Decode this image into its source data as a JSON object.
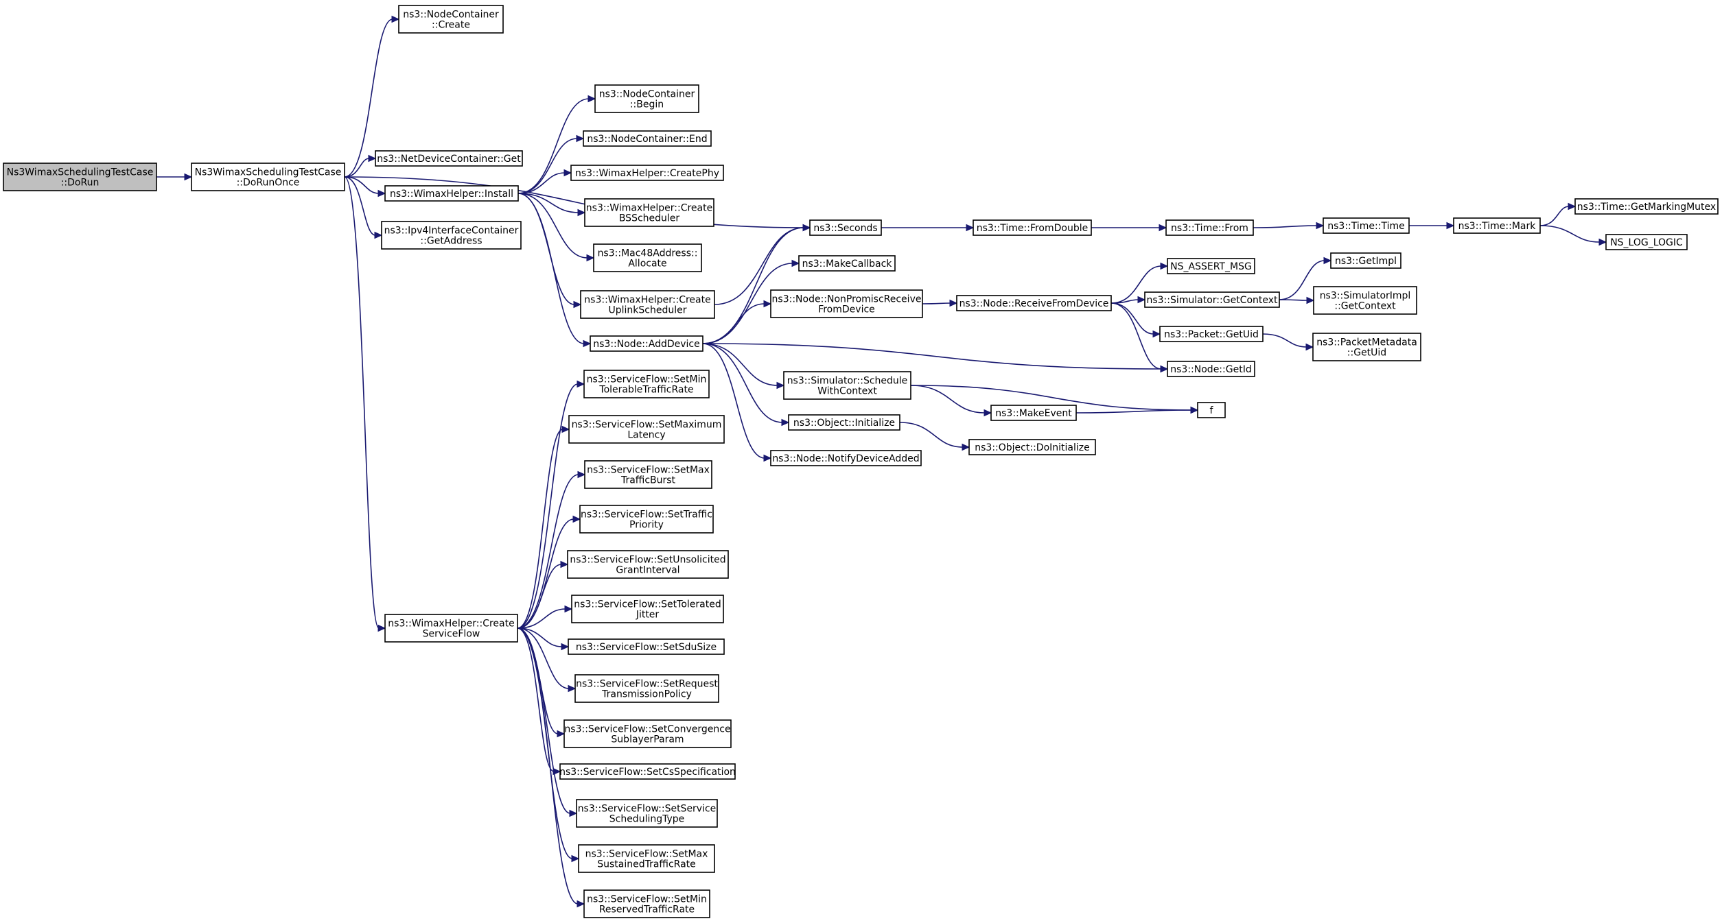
{
  "colors": {
    "edge": "#191970",
    "root_fill": "#bfbfbf",
    "node_fill": "#ffffff",
    "node_border": "#000000",
    "truncated_border": "#ff0000"
  },
  "nodes": [
    {
      "id": "n0",
      "lines": [
        "Ns3WimaxSchedulingTestCase",
        "::DoRun"
      ],
      "style": "root"
    },
    {
      "id": "n1",
      "lines": [
        "Ns3WimaxSchedulingTestCase",
        "::DoRunOnce"
      ]
    },
    {
      "id": "n2",
      "lines": [
        "ns3::NodeContainer",
        "::Create"
      ]
    },
    {
      "id": "n3",
      "lines": [
        "ns3::NetDeviceContainer::Get"
      ]
    },
    {
      "id": "n4",
      "lines": [
        "ns3::WimaxHelper::Install"
      ]
    },
    {
      "id": "n5",
      "lines": [
        "ns3::Ipv4InterfaceContainer",
        "::GetAddress"
      ]
    },
    {
      "id": "n6",
      "lines": [
        "ns3::WimaxHelper::Create",
        "ServiceFlow"
      ]
    },
    {
      "id": "n7",
      "lines": [
        "ns3::Seconds"
      ]
    },
    {
      "id": "n8",
      "lines": [
        "ns3::NodeContainer",
        "::Begin"
      ]
    },
    {
      "id": "n9",
      "lines": [
        "ns3::NodeContainer::End"
      ]
    },
    {
      "id": "n10",
      "lines": [
        "ns3::WimaxHelper::CreatePhy"
      ]
    },
    {
      "id": "n11",
      "lines": [
        "ns3::WimaxHelper::Create",
        "BSScheduler"
      ]
    },
    {
      "id": "n12",
      "lines": [
        "ns3::Mac48Address::",
        "Allocate"
      ]
    },
    {
      "id": "n13",
      "lines": [
        "ns3::WimaxHelper::Create",
        "UplinkScheduler"
      ]
    },
    {
      "id": "n14",
      "lines": [
        "ns3::Node::AddDevice"
      ]
    },
    {
      "id": "n15",
      "lines": [
        "ns3::Time::FromDouble"
      ]
    },
    {
      "id": "n16",
      "lines": [
        "ns3::Time::From"
      ]
    },
    {
      "id": "n17",
      "lines": [
        "ns3::Time::Time"
      ]
    },
    {
      "id": "n18",
      "lines": [
        "ns3::Time::Mark"
      ]
    },
    {
      "id": "n19",
      "lines": [
        "ns3::Time::GetMarkingMutex"
      ]
    },
    {
      "id": "n20",
      "lines": [
        "NS_LOG_LOGIC"
      ]
    },
    {
      "id": "n21",
      "lines": [
        "ns3::MakeCallback"
      ]
    },
    {
      "id": "n22",
      "lines": [
        "ns3::Node::NonPromiscReceive",
        "FromDevice"
      ]
    },
    {
      "id": "n23",
      "lines": [
        "ns3::Node::GetId"
      ]
    },
    {
      "id": "n24",
      "lines": [
        "ns3::Simulator::Schedule",
        "WithContext"
      ]
    },
    {
      "id": "n25",
      "lines": [
        "ns3::Object::Initialize"
      ]
    },
    {
      "id": "n26",
      "lines": [
        "ns3::Node::NotifyDeviceAdded"
      ]
    },
    {
      "id": "n27",
      "lines": [
        "ns3::Node::ReceiveFromDevice"
      ]
    },
    {
      "id": "n28",
      "lines": [
        "NS_ASSERT_MSG"
      ]
    },
    {
      "id": "n29",
      "lines": [
        "ns3::Simulator::GetContext"
      ]
    },
    {
      "id": "n30",
      "lines": [
        "ns3::Packet::GetUid"
      ]
    },
    {
      "id": "n31",
      "lines": [
        "ns3::GetImpl"
      ],
      "style": "truncated"
    },
    {
      "id": "n32",
      "lines": [
        "ns3::SimulatorImpl",
        "::GetContext"
      ]
    },
    {
      "id": "n33",
      "lines": [
        "ns3::PacketMetadata",
        "::GetUid"
      ]
    },
    {
      "id": "n34",
      "lines": [
        "ns3::MakeEvent"
      ]
    },
    {
      "id": "n35",
      "lines": [
        "f"
      ]
    },
    {
      "id": "n36",
      "lines": [
        "ns3::Object::DoInitialize"
      ]
    },
    {
      "id": "n37",
      "lines": [
        "ns3::ServiceFlow::SetMin",
        "TolerableTrafficRate"
      ]
    },
    {
      "id": "n38",
      "lines": [
        "ns3::ServiceFlow::SetMaximum",
        "Latency"
      ]
    },
    {
      "id": "n39",
      "lines": [
        "ns3::ServiceFlow::SetMax",
        "TrafficBurst"
      ]
    },
    {
      "id": "n40",
      "lines": [
        "ns3::ServiceFlow::SetTraffic",
        "Priority"
      ]
    },
    {
      "id": "n41",
      "lines": [
        "ns3::ServiceFlow::SetUnsolicited",
        "GrantInterval"
      ]
    },
    {
      "id": "n42",
      "lines": [
        "ns3::ServiceFlow::SetTolerated",
        "Jitter"
      ]
    },
    {
      "id": "n43",
      "lines": [
        "ns3::ServiceFlow::SetSduSize"
      ]
    },
    {
      "id": "n44",
      "lines": [
        "ns3::ServiceFlow::SetRequest",
        "TransmissionPolicy"
      ]
    },
    {
      "id": "n45",
      "lines": [
        "ns3::ServiceFlow::SetConvergence",
        "SublayerParam"
      ]
    },
    {
      "id": "n46",
      "lines": [
        "ns3::ServiceFlow::SetCsSpecification"
      ]
    },
    {
      "id": "n47",
      "lines": [
        "ns3::ServiceFlow::SetService",
        "SchedulingType"
      ]
    },
    {
      "id": "n48",
      "lines": [
        "ns3::ServiceFlow::SetMax",
        "SustainedTrafficRate"
      ]
    },
    {
      "id": "n49",
      "lines": [
        "ns3::ServiceFlow::SetMin",
        "ReservedTrafficRate"
      ]
    }
  ],
  "edges": [
    [
      "n0",
      "n1"
    ],
    [
      "n1",
      "n2"
    ],
    [
      "n1",
      "n3"
    ],
    [
      "n1",
      "n4"
    ],
    [
      "n1",
      "n5"
    ],
    [
      "n1",
      "n6"
    ],
    [
      "n1",
      "n7"
    ],
    [
      "n4",
      "n8"
    ],
    [
      "n4",
      "n9"
    ],
    [
      "n4",
      "n10"
    ],
    [
      "n4",
      "n11"
    ],
    [
      "n4",
      "n12"
    ],
    [
      "n4",
      "n13"
    ],
    [
      "n4",
      "n14"
    ],
    [
      "n13",
      "n7"
    ],
    [
      "n14",
      "n7"
    ],
    [
      "n14",
      "n21"
    ],
    [
      "n14",
      "n22"
    ],
    [
      "n14",
      "n23"
    ],
    [
      "n14",
      "n24"
    ],
    [
      "n14",
      "n25"
    ],
    [
      "n14",
      "n26"
    ],
    [
      "n7",
      "n15"
    ],
    [
      "n15",
      "n16"
    ],
    [
      "n16",
      "n17"
    ],
    [
      "n17",
      "n18"
    ],
    [
      "n18",
      "n19"
    ],
    [
      "n18",
      "n20"
    ],
    [
      "n22",
      "n27"
    ],
    [
      "n27",
      "n28"
    ],
    [
      "n27",
      "n29"
    ],
    [
      "n27",
      "n30"
    ],
    [
      "n27",
      "n23"
    ],
    [
      "n29",
      "n31"
    ],
    [
      "n29",
      "n32"
    ],
    [
      "n30",
      "n33"
    ],
    [
      "n24",
      "n34"
    ],
    [
      "n24",
      "n35"
    ],
    [
      "n34",
      "n35"
    ],
    [
      "n25",
      "n36"
    ],
    [
      "n6",
      "n37"
    ],
    [
      "n6",
      "n38"
    ],
    [
      "n6",
      "n39"
    ],
    [
      "n6",
      "n40"
    ],
    [
      "n6",
      "n41"
    ],
    [
      "n6",
      "n42"
    ],
    [
      "n6",
      "n43"
    ],
    [
      "n6",
      "n44"
    ],
    [
      "n6",
      "n45"
    ],
    [
      "n6",
      "n46"
    ],
    [
      "n6",
      "n47"
    ],
    [
      "n6",
      "n48"
    ],
    [
      "n6",
      "n49"
    ]
  ]
}
